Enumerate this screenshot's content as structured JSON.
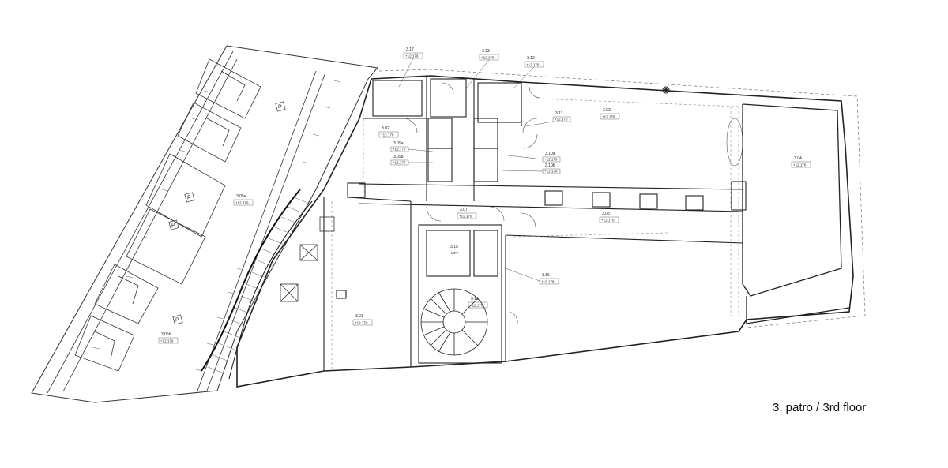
{
  "caption": "3. patro / 3rd floor",
  "parking_symbol": "P",
  "rooms": [
    {
      "id": "3.01",
      "level": "+12.170"
    },
    {
      "id": "3.02",
      "level": "+12.170"
    },
    {
      "id": "3.03",
      "level": "+12.170"
    },
    {
      "id": "3.04",
      "level": "+12.170"
    },
    {
      "id": "3.05a",
      "level": "+12.170"
    },
    {
      "id": "3.05b",
      "level": "+12.170"
    },
    {
      "id": "3.07",
      "level": "+12.170"
    },
    {
      "id": "3.08",
      "level": "+12.170"
    },
    {
      "id": "3.09a",
      "level": "+12.170"
    },
    {
      "id": "3.09b",
      "level": "+12.170"
    },
    {
      "id": "3.10a",
      "level": "+12.170"
    },
    {
      "id": "3.10b",
      "level": "+12.170"
    },
    {
      "id": "3.11",
      "level": "+12.170"
    },
    {
      "id": "3.12",
      "level": "+12.170"
    },
    {
      "id": "3.13",
      "level": "+12.170"
    },
    {
      "id": "3.14",
      "level": "+12.170"
    },
    {
      "id": "3.15",
      "level": "LIFT"
    },
    {
      "id": "3.16",
      "level": "+12.170"
    },
    {
      "id": "3.17",
      "level": "+12.170"
    }
  ],
  "colors": {
    "line": "#222222",
    "thin_line": "#555555",
    "dash_line": "#777777",
    "caption": "#111111"
  }
}
